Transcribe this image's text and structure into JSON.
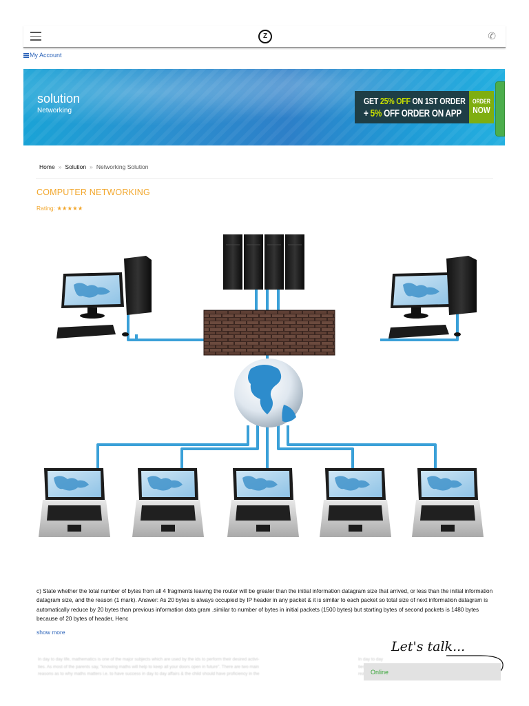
{
  "header": {
    "logo_letter": "Z",
    "my_account": "My Account"
  },
  "banner": {
    "title": "solution",
    "subtitle": "Networking",
    "promo_line1_a": "GET ",
    "promo_line1_b": "25% OFF",
    "promo_line1_c": " ON 1ST ORDER",
    "promo_line2_a": "+ ",
    "promo_line2_b": "5%",
    "promo_line2_c": " OFF ORDER ON APP",
    "order_a": "ORDER",
    "order_b": "NOW"
  },
  "breadcrumb": {
    "home": "Home",
    "sep": "»",
    "solution": "Solution",
    "current": "Networking Solution"
  },
  "article": {
    "title": "COMPUTER NETWORKING",
    "rating_label": "Rating:",
    "rating_stars": 5,
    "description": "c) State whether the total number of bytes from all 4 fragments leaving the router will be greater than the initial information datagram size that arrived, or less than the initial information datagram size, and the reason (1 mark). Answer: As 20 bytes is always occupied by IP header in any packet & it is similar to each packet so total size of next information datagram is automatically reduce by 20 bytes than previous information data gram .similar to number of bytes in initial packets (1500 bytes) but starting bytes of second packets is 1480 bytes because of 20 bytes of header, Henc",
    "show_more": "show more"
  },
  "faded_text": {
    "line1": "In day to day life, mathematics is one of the major subjects which are used by the ids to perform their desired activi-",
    "line2": "ties. As most of the parents say, \"knowing maths will help to keep all your doors open in future\". There are two main",
    "line3": "reasons as to why maths matters i.e. to have success in day to day affairs & the child should have proficiency in the",
    "right1": "In day to day",
    "right2": "ties. As",
    "right3": "reasons"
  },
  "chat": {
    "title": "Let's talk...",
    "status": "Online"
  },
  "colors": {
    "accent_orange": "#f2a62b",
    "link_blue": "#2a62b8",
    "cable_blue": "#3aa0d8",
    "online_green": "#3aa53a"
  }
}
